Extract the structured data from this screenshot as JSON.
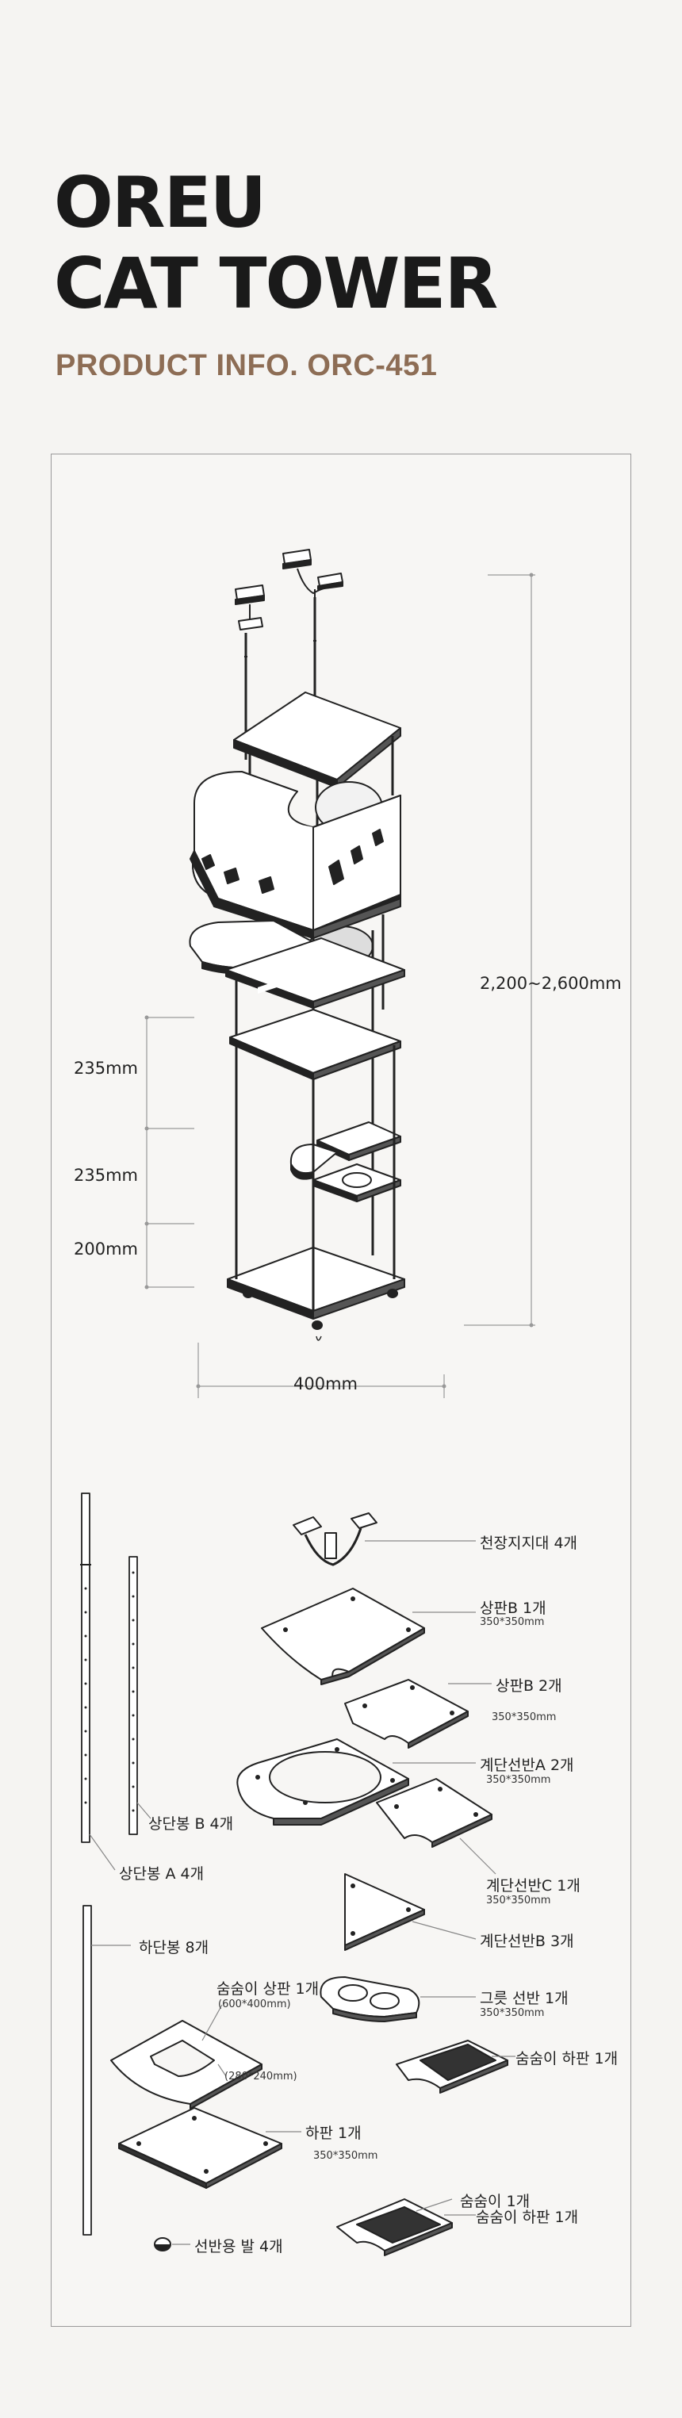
{
  "header": {
    "title_line1": "OREU",
    "title_line2": "CAT TOWER",
    "subtitle": "PRODUCT INFO.  ORC-451"
  },
  "dimensions": {
    "height_range": "2,200~2,600mm",
    "width": "400mm",
    "gap_1": "235mm",
    "gap_2": "235mm",
    "gap_3": "200mm"
  },
  "parts": {
    "ceiling_support": "천장지지대 4개",
    "top_plate_b": "상판B 1개",
    "top_plate_b_size": "350*350mm",
    "top_plate_b2": "상판B 2개",
    "top_plate_b2_size": "350*350mm",
    "step_shelf_a": "계단선반A 2개",
    "step_shelf_a_size": "350*350mm",
    "step_shelf_c": "계단선반C 1개",
    "step_shelf_c_size": "350*350mm",
    "step_shelf_b": "계단선반B 3개",
    "bowl_shelf": "그릇 선반 1개",
    "bowl_shelf_size": "350*350mm",
    "house_top": "숨숨이 상판 1개",
    "house_top_size": "(600*400mm)",
    "house_inner_size": "(280*240mm)",
    "house_bottom_1": "숨숨이 하판 1개",
    "bottom_plate": "하판 1개",
    "bottom_plate_size": "350*350mm",
    "house": "숨숨이 1개",
    "house_bottom_2": "숨숨이 하판 1개",
    "shelf_feet": "선반용 발 4개",
    "upper_pole_b": "상단봉 B 4개",
    "upper_pole_a": "상단봉 A 4개",
    "lower_pole": "하단봉 8개"
  }
}
